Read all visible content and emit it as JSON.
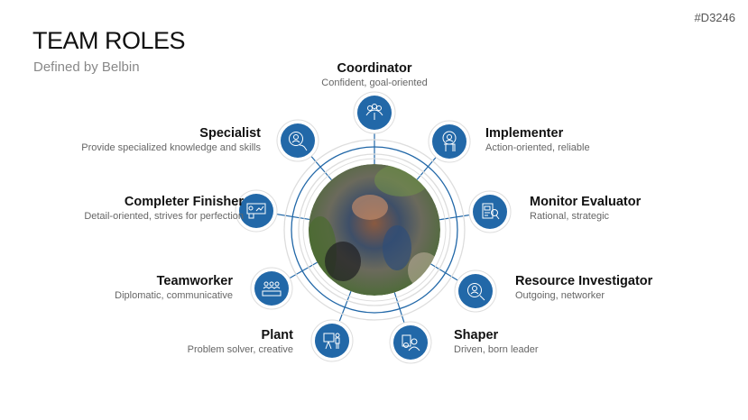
{
  "code": "#D3246",
  "title": "TEAM ROLES",
  "subtitle": "Defined by Belbin",
  "accent": "#2268a8",
  "roles": [
    {
      "name": "Coordinator",
      "desc": "Confident, goal-oriented",
      "icon": "group-leader-icon"
    },
    {
      "name": "Implementer",
      "desc": "Action-oriented, reliable",
      "icon": "speaker-podium-icon"
    },
    {
      "name": "Monitor Evaluator",
      "desc": "Rational, strategic",
      "icon": "document-magnifier-icon"
    },
    {
      "name": "Resource Investigator",
      "desc": "Outgoing, networker",
      "icon": "person-search-icon"
    },
    {
      "name": "Shaper",
      "desc": "Driven, born leader",
      "icon": "leader-checklist-icon"
    },
    {
      "name": "Plant",
      "desc": "Problem solver, creative",
      "icon": "presenter-board-icon"
    },
    {
      "name": "Teamworker",
      "desc": "Diplomatic, communicative",
      "icon": "team-table-icon"
    },
    {
      "name": "Completer Finisher",
      "desc": "Detail-oriented, strives for perfection",
      "icon": "presentation-chart-icon"
    },
    {
      "name": "Specialist",
      "desc": "Provide specialized knowledge and skills",
      "icon": "expert-hand-icon"
    }
  ]
}
